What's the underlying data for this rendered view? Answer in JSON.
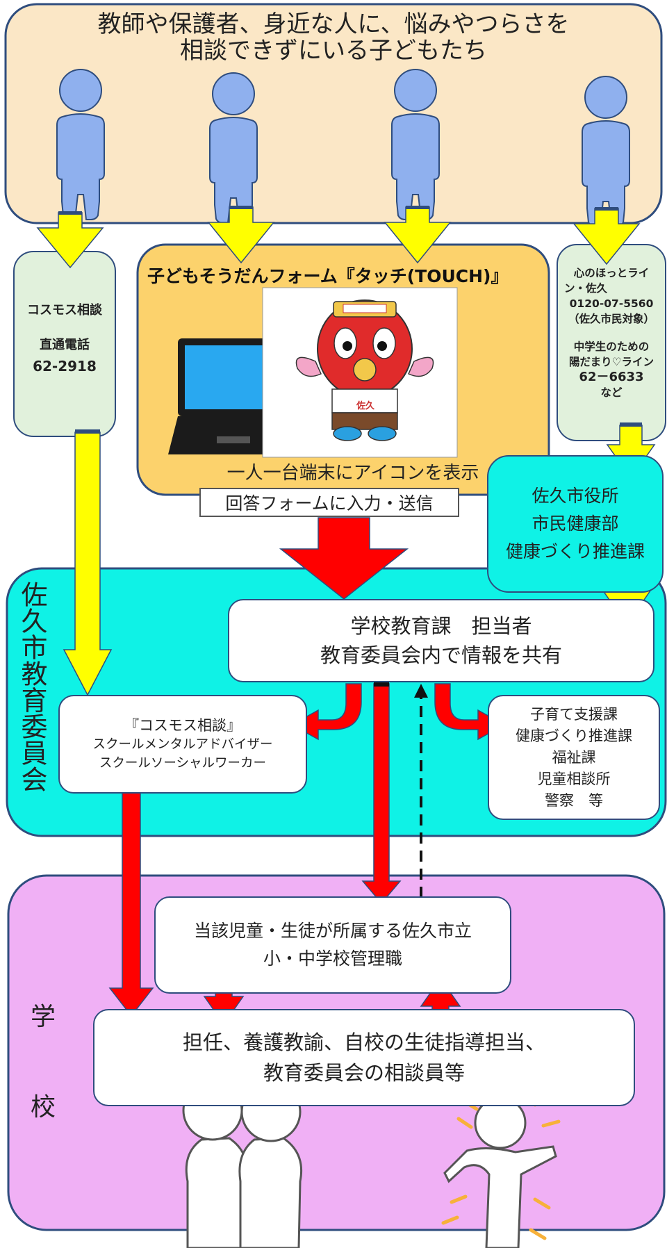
{
  "top": {
    "title_line1": "教師や保護者、身近な人に、悩みやつらさを",
    "title_line2": "相談できずにいる子どもたち"
  },
  "cosmos_box": {
    "line1": "コスモス相談",
    "line2": "直通電話",
    "line3": "62-2918"
  },
  "form_panel": {
    "title": "子どもそうだんフォーム『タッチ(TOUCH)』",
    "mascot_sign": "佐久",
    "caption": "一人一台端末にアイコンを表示",
    "submit_label": "回答フォームに入力・送信"
  },
  "kokoro_box": {
    "line1": "心のほっとライ",
    "line2": "ン・佐久",
    "line3": "0120-07-5560",
    "line4": "（佐久市民対象）",
    "line5": "中学生のための",
    "line6": "陽だまり♡ライン",
    "line7": "62－6633",
    "line8": "など"
  },
  "city_box": {
    "line1": "佐久市役所",
    "line2": "市民健康部",
    "line3": "健康づくり推進課"
  },
  "board": {
    "vertical_label": "佐久市教育委員会",
    "main_line1": "学校教育課　担当者",
    "main_line2": "教育委員会内で情報を共有",
    "cosmos_line1": "『コスモス相談』",
    "cosmos_line2": "スクールメンタルアドバイザー",
    "cosmos_line3": "スクールソーシャルワーカー",
    "agencies": [
      "子育て支援課",
      "健康づくり推進課",
      "福祉課",
      "児童相談所",
      "警察　等"
    ]
  },
  "school": {
    "label_1": "学",
    "label_2": "校",
    "admin_line1": "当該児童・生徒が所属する佐久市立",
    "admin_line2": "小・中学校管理職",
    "staff_line1": "担任、養護教諭、自校の生徒指導担当、",
    "staff_line2": "教育委員会の相談員等"
  },
  "colors": {
    "top_panel": "#fbe7c6",
    "cosmos_box": "#e1f1dc",
    "form_panel": "#fcd26c",
    "board_panel": "#0ff2e6",
    "school_panel": "#f0b0f5",
    "yellow_arrow": "#ffff00",
    "red_arrow": "#ff0000",
    "figure": "#8fb0ee",
    "border": "#2f4d7e"
  }
}
